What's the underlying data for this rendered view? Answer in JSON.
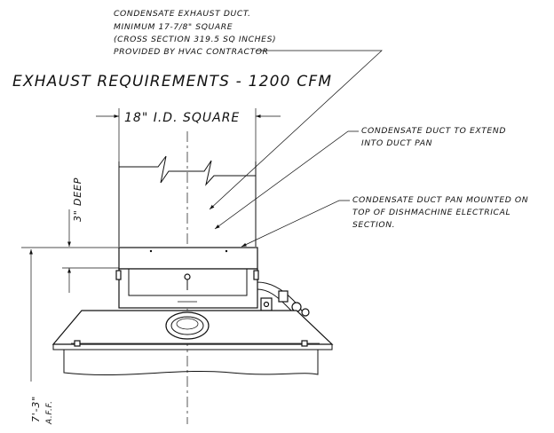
{
  "notes": {
    "exhaust_duct": [
      "CONDENSATE EXHAUST DUCT.",
      "MINIMUM 17-7/8\" SQUARE",
      "(CROSS SECTION 319.5 SQ INCHES)",
      "PROVIDED BY HVAC CONTRACTOR"
    ],
    "exhaust_requirements": "EXHAUST REQUIREMENTS - 1200 CFM",
    "duct_extend": [
      "CONDENSATE DUCT TO EXTEND",
      "INTO DUCT PAN"
    ],
    "duct_pan": [
      "CONDENSATE DUCT PAN MOUNTED ON",
      "TOP OF DISHMACHINE ELECTRICAL",
      "SECTION."
    ]
  },
  "dimensions": {
    "duct_width": "18\" I.D. SQUARE",
    "pan_depth": "3\" DEEP",
    "height_value": "7'-3\"",
    "height_ref": "A.F.F."
  },
  "colors": {
    "line": "#111111",
    "background": "#ffffff"
  }
}
